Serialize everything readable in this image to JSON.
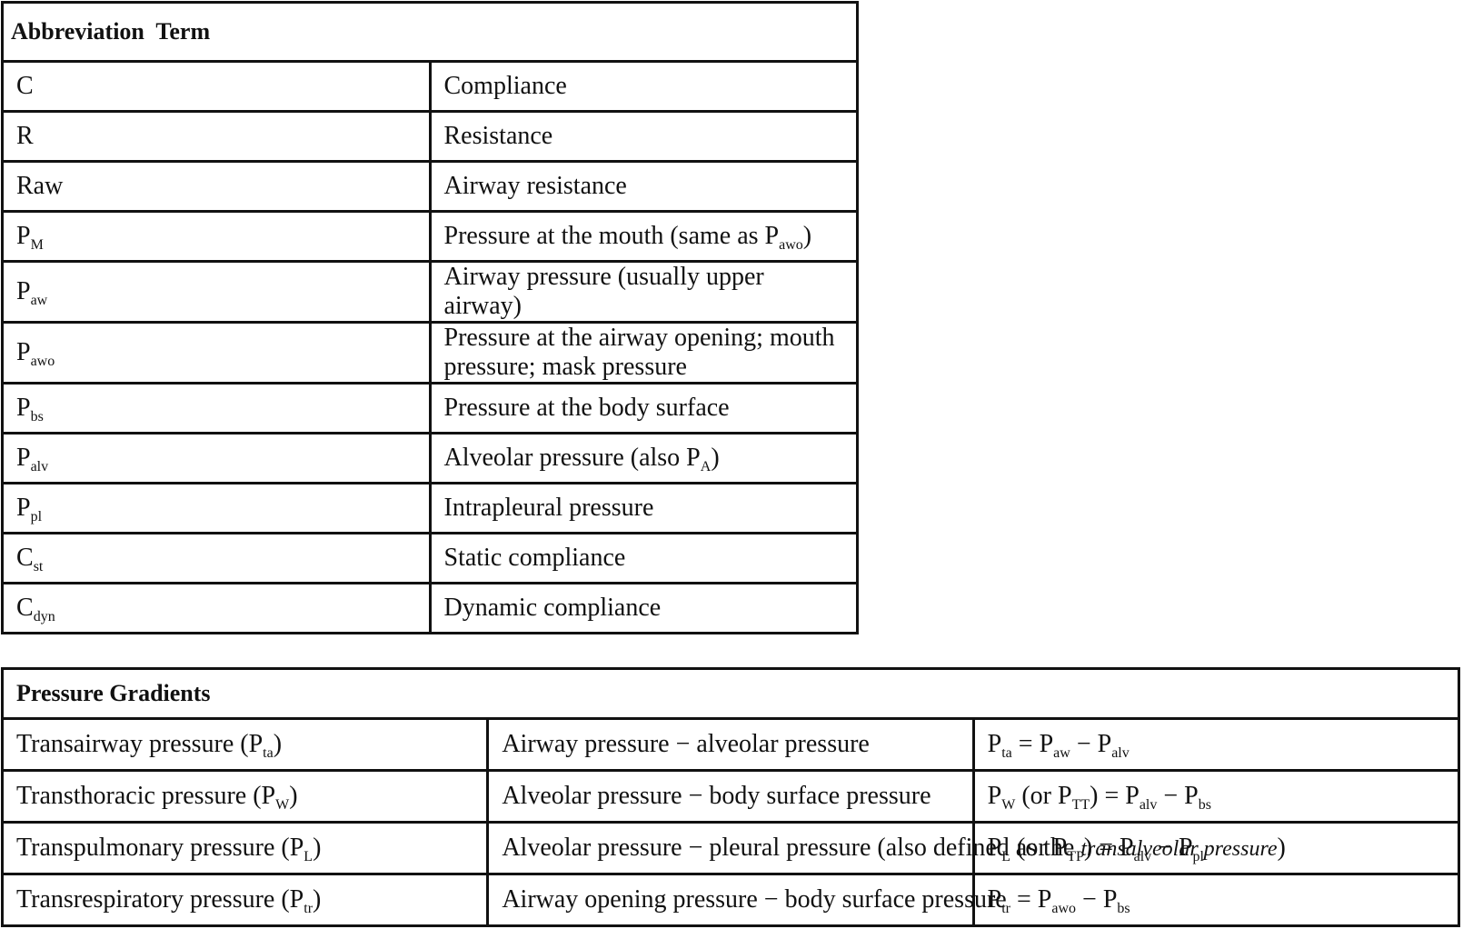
{
  "abbreviations": {
    "header": "Abbreviation  Term",
    "rows": [
      {
        "abbr": "C",
        "abbr_sub": "",
        "term": "Compliance",
        "term_sub": "",
        "term_end": ""
      },
      {
        "abbr": "R",
        "abbr_sub": "",
        "term": "Resistance",
        "term_sub": "",
        "term_end": ""
      },
      {
        "abbr": "Raw",
        "abbr_sub": "",
        "term": "Airway resistance",
        "term_sub": "",
        "term_end": ""
      },
      {
        "abbr": "P",
        "abbr_sub": "M",
        "term": "Pressure at the mouth (same as P",
        "term_sub": "awo",
        "term_end": ")"
      },
      {
        "abbr": "P",
        "abbr_sub": "aw",
        "term": "Airway pressure (usually upper airway)",
        "term_sub": "",
        "term_end": ""
      },
      {
        "abbr": "P",
        "abbr_sub": "awo",
        "term": "Pressure at the airway opening; mouth pressure; mask pressure",
        "term_sub": "",
        "term_end": ""
      },
      {
        "abbr": "P",
        "abbr_sub": "bs",
        "term": "Pressure at the body surface",
        "term_sub": "",
        "term_end": ""
      },
      {
        "abbr": "P",
        "abbr_sub": "alv",
        "term": "Alveolar pressure (also P",
        "term_sub": "A",
        "term_end": ")"
      },
      {
        "abbr": "P",
        "abbr_sub": "pl",
        "term": "Intrapleural pressure",
        "term_sub": "",
        "term_end": ""
      },
      {
        "abbr": "C",
        "abbr_sub": "st",
        "term": "Static compliance",
        "term_sub": "",
        "term_end": ""
      },
      {
        "abbr": "C",
        "abbr_sub": "dyn",
        "term": "Dynamic compliance",
        "term_sub": "",
        "term_end": ""
      }
    ]
  },
  "gradients": {
    "header": "Pressure Gradients",
    "rows": [
      {
        "name": "Transairway pressure (P",
        "name_sub": "ta",
        "name_end": ")",
        "definition": "Airway pressure − alveolar pressure",
        "definition_em": "",
        "definition_end": "",
        "formula": [
          [
            "P",
            "ta"
          ],
          [
            " = P",
            "aw"
          ],
          [
            " − P",
            "alv"
          ]
        ]
      },
      {
        "name": "Transthoracic pressure (P",
        "name_sub": "W",
        "name_end": ")",
        "definition": "Alveolar pressure − body surface pressure",
        "definition_em": "",
        "definition_end": "",
        "formula": [
          [
            "P",
            "W"
          ],
          [
            " (or P",
            "TT"
          ],
          [
            ") = P",
            "alv"
          ],
          [
            " − P",
            "bs"
          ]
        ]
      },
      {
        "name": "Transpulmonary pressure (P",
        "name_sub": "L",
        "name_end": ")",
        "definition": "Alveolar pressure − pleural pressure (also defined as the ",
        "definition_em": "transalveolar pressure",
        "definition_end": ")",
        "formula": [
          [
            "P",
            "L"
          ],
          [
            " (or P",
            "TP"
          ],
          [
            ") = P",
            "alv"
          ],
          [
            " − P",
            "pl"
          ]
        ]
      },
      {
        "name": "Transrespiratory pressure (P",
        "name_sub": "tr",
        "name_end": ")",
        "definition": "Airway opening pressure − body surface pressure",
        "definition_em": "",
        "definition_end": "",
        "formula": [
          [
            "P",
            "tr"
          ],
          [
            " = P",
            "awo"
          ],
          [
            " − P",
            "bs"
          ]
        ]
      }
    ]
  }
}
